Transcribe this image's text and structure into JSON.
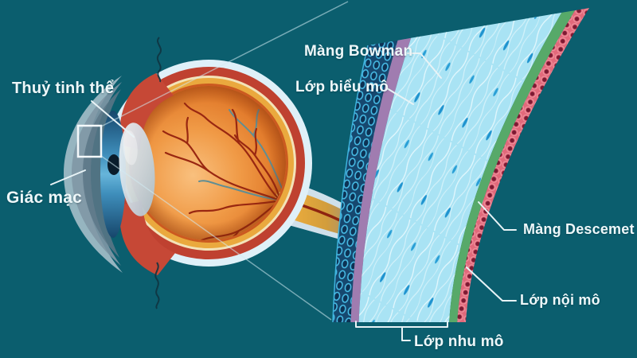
{
  "figure": {
    "description": "Cross-section of the human eye with a magnified view of the corneal layers",
    "language": "Vietnamese"
  },
  "eye": {
    "labels": {
      "lens": "Thuỷ tinh thể",
      "cornea": "Giác mạc"
    }
  },
  "cornea_layers": {
    "labels": {
      "bowman": "Màng Bowman",
      "epithelium": "Lớp biểu mô",
      "descemet": "Màng Descemet",
      "endothelium": "Lớp nội mô",
      "stroma": "Lớp nhu mô"
    }
  },
  "colors": {
    "background": "#0b5e6e",
    "label_text": "#eef7f9",
    "pointer_line": "#e8f3f6",
    "sclera_shell": "#dff0f8",
    "choroid_red": "#bf4130",
    "retina_gold": "#eaa93e",
    "vitreous_orange": "#ef9440",
    "iris_blue": "#4f9fc9",
    "lens_gray": "#ccd9e2",
    "epithelium_cell_cyan": "#49c0ea",
    "bowman_purple": "#a07cb0",
    "stroma_light_blue": "#a9e3f4",
    "descemet_green": "#57a969",
    "endothelium_pink": "#e2697b"
  }
}
